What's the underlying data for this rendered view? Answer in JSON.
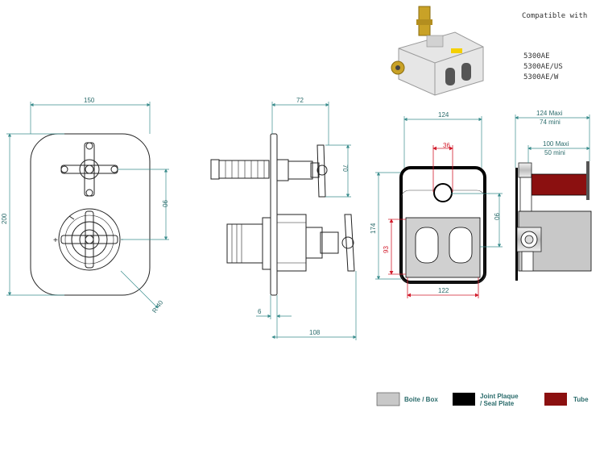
{
  "compat": {
    "title": "Compatible with",
    "models": [
      "5300AE",
      "5300AE/US",
      "5300AE/W"
    ]
  },
  "front_view": {
    "width": "150",
    "height": "200",
    "spacing": "90",
    "radius": "R 40"
  },
  "side_view": {
    "top": "72",
    "spacing": "70",
    "plate": "6",
    "depth": "108"
  },
  "box_front": {
    "width": "124",
    "height": "174",
    "hole": "36",
    "spacing": "90",
    "inner_h": "93",
    "bottom": "122"
  },
  "box_side": {
    "max": "124  Maxi",
    "min": "74  mini",
    "max2": "100  Maxi",
    "min2": "50  mini"
  },
  "legend": {
    "box": "Boite / Box",
    "seal_line1": "Joint Plaque",
    "seal_line2": "/ Seal Plate",
    "tube": "Tube",
    "colors": {
      "box": "#c8c8c8",
      "seal": "#000000",
      "tube": "#8b1010"
    }
  }
}
